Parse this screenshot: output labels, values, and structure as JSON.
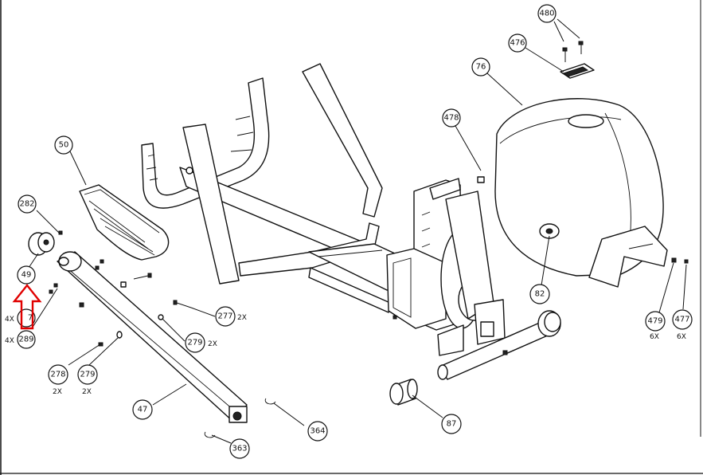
{
  "callouts": [
    {
      "id": "480",
      "text": "480"
    },
    {
      "id": "476",
      "text": "476"
    },
    {
      "id": "76",
      "text": "76"
    },
    {
      "id": "478",
      "text": "478"
    },
    {
      "id": "50",
      "text": "50"
    },
    {
      "id": "282",
      "text": "282"
    },
    {
      "id": "49",
      "text": "49"
    },
    {
      "id": "289",
      "text": "289"
    },
    {
      "id": "277",
      "text": "277"
    },
    {
      "id": "279a",
      "text": "279"
    },
    {
      "id": "278",
      "text": "278"
    },
    {
      "id": "279b",
      "text": "279"
    },
    {
      "id": "47",
      "text": "47"
    },
    {
      "id": "364",
      "text": "364"
    },
    {
      "id": "363",
      "text": "363"
    },
    {
      "id": "87",
      "text": "87"
    },
    {
      "id": "82",
      "text": "82"
    },
    {
      "id": "479",
      "text": "479"
    },
    {
      "id": "477",
      "text": "477"
    }
  ],
  "quantities": {
    "q277": "2X",
    "q279a": "2X",
    "q278": "2X",
    "q279b": "2X",
    "q479": "6X",
    "q477": "6X",
    "q4x_top": "4X",
    "q4x_bottom": "4X",
    "partial_7": "7"
  },
  "colors": {
    "line": "#111111",
    "highlight_arrow": "#e00000",
    "background": "#ffffff"
  }
}
